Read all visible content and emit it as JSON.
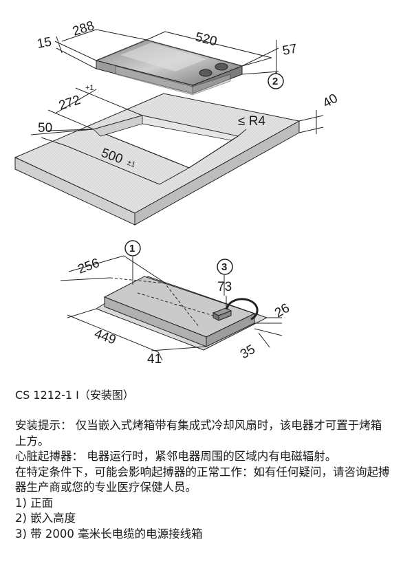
{
  "diagram_top": {
    "dims": {
      "d15": "15",
      "d288": "288",
      "d520": "520",
      "d57": "57",
      "d272": "272",
      "d272_tol": "+1",
      "d50": "50",
      "d500": "500",
      "d500_tol": "±1",
      "r4": "≤ R4",
      "d40": "40"
    },
    "callout_2": "2"
  },
  "diagram_bottom": {
    "dims": {
      "d256": "256",
      "d73": "73",
      "d26": "26",
      "d449": "449",
      "d41": "41",
      "d35": "35"
    },
    "callout_1": "1",
    "callout_3": "3"
  },
  "caption": "CS 1212-1 I（安装图）",
  "notes": [
    "安装提示： 仅当嵌入式烤箱带有集成式冷却风扇时，该电器才可置于烤箱上方。",
    "心脏起搏器： 电器运行时，紧邻电器周围的区域内有电磁辐射。",
    "在特定条件下，可能会影响起搏器的正常工作：如有任何疑问，请咨询起搏器生产商或您的专业医疗保健人员。",
    "1) 正面",
    "2) 嵌入高度",
    "3) 带 2000 毫米长电缆的电源接线箱"
  ]
}
